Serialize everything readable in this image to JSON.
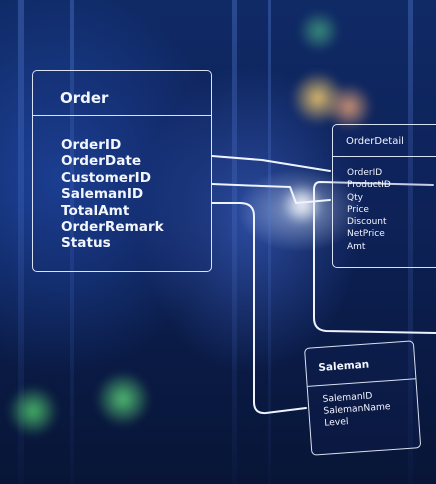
{
  "diagram": {
    "tables": [
      {
        "name": "Order",
        "fields": [
          "OrderID",
          "OrderDate",
          "CustomerID",
          "SalemanID",
          "TotalAmt",
          "OrderRemark",
          "Status"
        ]
      },
      {
        "name": "OrderDetail",
        "fields": [
          "OrderID",
          "ProductID",
          "Qty",
          "Price",
          "Discount",
          "NetPrice",
          "Amt"
        ]
      },
      {
        "name": "Saleman",
        "fields": [
          "SalemanID",
          "SalemanName",
          "Level"
        ]
      }
    ],
    "relationships": [
      {
        "from": "Order.OrderID",
        "to": "OrderDetail.OrderID"
      },
      {
        "from": "Order.SalemanID",
        "to": "Saleman.SalemanID"
      }
    ]
  },
  "colors": {
    "line": "#eef3ff",
    "background": "#0d2258"
  }
}
